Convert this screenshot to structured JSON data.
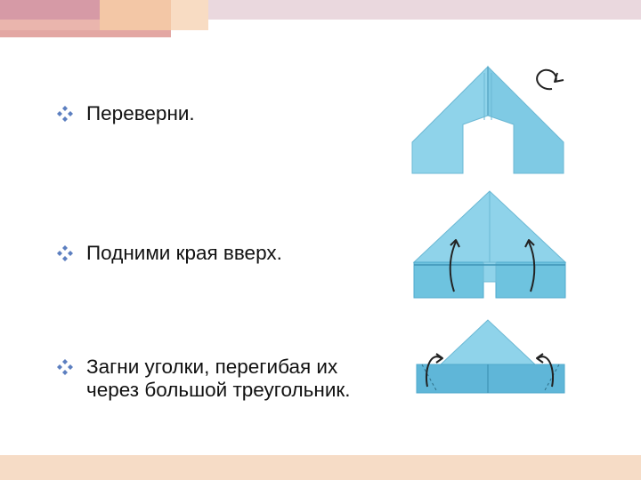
{
  "steps": [
    {
      "text": "Переверни.",
      "icon": "diamond-bullet-icon"
    },
    {
      "text": "Подними края вверх.",
      "icon": "diamond-bullet-icon"
    },
    {
      "text": "Загни уголки, перегибая их через большой треугольник.",
      "icon": "diamond-bullet-icon"
    }
  ],
  "colors": {
    "bullet": "#5c7fc0",
    "paper_light": "#8fd3ea",
    "paper_mid": "#6ec3df",
    "paper_dark": "#4fa9cc",
    "arrow": "#222222",
    "top_band": "#ead8de",
    "bottom_band": "#f6dcc6"
  }
}
